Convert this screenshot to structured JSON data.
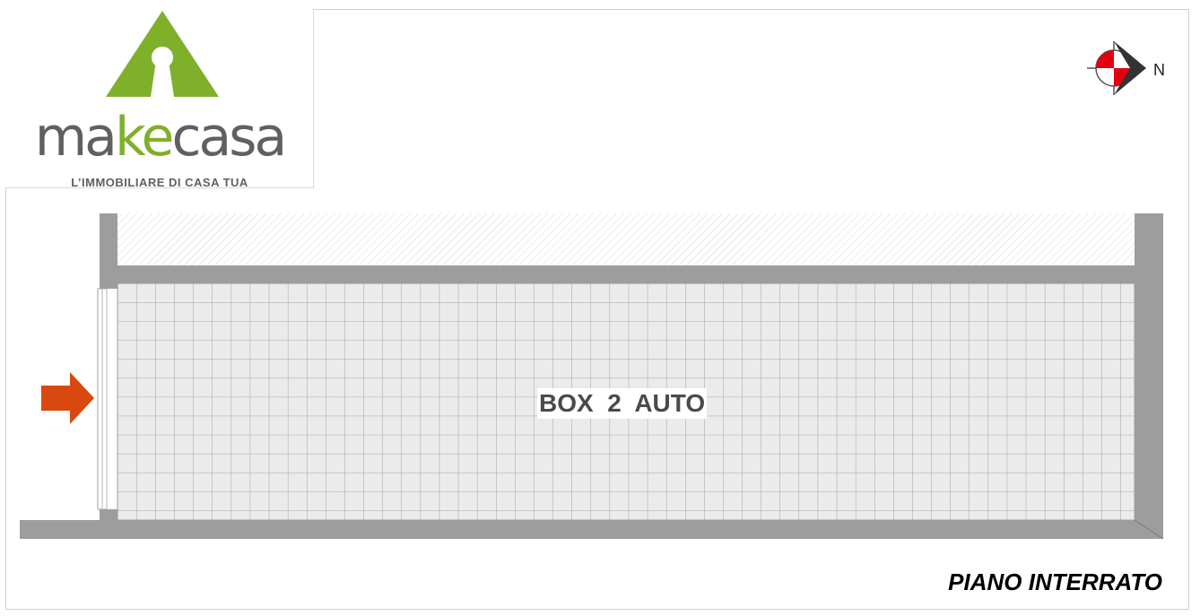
{
  "logo": {
    "word_part1": "ma",
    "word_accent": "ke",
    "word_part2": "casa",
    "tagline": "L’IMMOBILIARE DI CASA TUA",
    "primary_color": "#7fb02a",
    "secondary_color": "#5f6062"
  },
  "compass": {
    "icon": "north-arrow-icon",
    "north_label": "N",
    "colors": [
      "#e3000f",
      "#ffffff",
      "#333333"
    ]
  },
  "plan": {
    "room_label": "BOX  2  AUTO",
    "floor_label": "PIANO INTERRATO",
    "entry_icon": "entry-arrow-icon",
    "wall_color": "#9d9d9d",
    "floor_color": "#ebebeb",
    "tile_line_color": "#8f8f8f",
    "arrow_color": "#d9480f"
  }
}
